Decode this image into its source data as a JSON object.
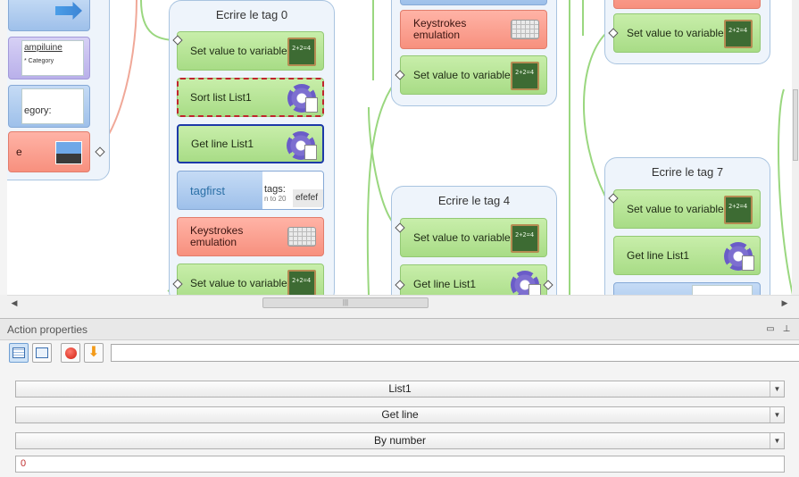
{
  "groups": {
    "tag0": {
      "title": "Ecrire le tag 0"
    },
    "tag4": {
      "title": "Ecrire le tag 4"
    },
    "tag7": {
      "title": "Ecrire le tag 7"
    }
  },
  "left_column": {
    "thumb1_text": "ampiluine",
    "thumb1_sub": "* Category",
    "thumb2_text": "egory:",
    "red_label": "e"
  },
  "tag0_actions": [
    {
      "label": "Set value  to variable"
    },
    {
      "label": "Sort list List1"
    },
    {
      "label": "Get line List1"
    },
    {
      "label": "tagfirst",
      "thumb": "tags:",
      "thumb_sub": "n to 20",
      "thumb_value": "efefef"
    },
    {
      "label": "Keystrokes emulation"
    },
    {
      "label": "Set value  to variable"
    }
  ],
  "mid_top_actions": [
    {
      "label": "Keystrokes emulation"
    },
    {
      "label": "Set value  to variable"
    }
  ],
  "tag4_actions": [
    {
      "label": "Set value  to variable"
    },
    {
      "label": "Get line List1"
    }
  ],
  "right_top_actions": [
    {
      "label": "Set value  to variable"
    }
  ],
  "tag7_actions": [
    {
      "label": "Set value  to variable"
    },
    {
      "label": "Get line List1"
    }
  ],
  "panel": {
    "title": "Action properties",
    "fields": {
      "list": "List1",
      "operation": "Get line",
      "mode": "By number",
      "value": "0"
    }
  },
  "colors": {
    "green_action": "#a8dc86",
    "red_action": "#f7907e",
    "blue_action": "#9ec0ea",
    "group_bg": "#eef4fb",
    "wire_green": "#9ad77f",
    "wire_red": "#f0a898"
  },
  "icons": {
    "set_value": "chalkboard-icon",
    "keystrokes": "keyboard-icon",
    "list_ops": "gear-document-icon",
    "image": "image-picker-icon",
    "arrow": "green-arrow-icon"
  }
}
